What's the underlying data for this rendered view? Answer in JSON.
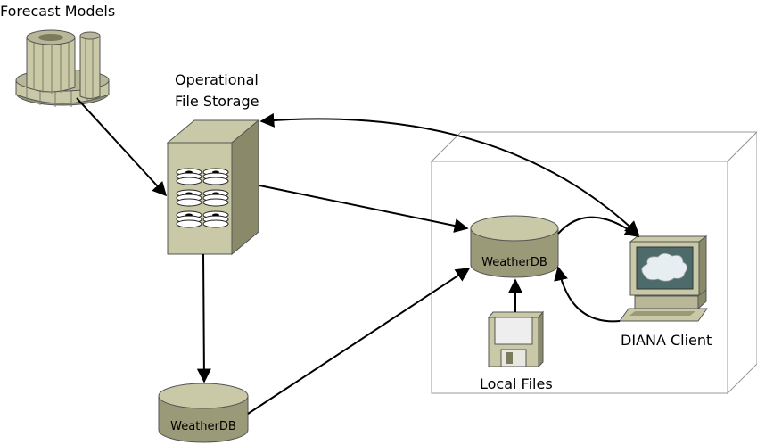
{
  "labels": {
    "forecast_models": "Forecast Models",
    "operational_storage_line1": "Operational",
    "operational_storage_line2": "File Storage",
    "weatherdb_local": "WeatherDB",
    "weatherdb_remote": "WeatherDB",
    "local_files": "Local Files",
    "diana_client": "DIANA Client"
  },
  "colors": {
    "equipment_fill": "#c9c9a8",
    "equipment_shade": "#9a9a78",
    "equipment_dark": "#7a7a5c",
    "monitor_screen": "#4d6b6b",
    "cloud": "#e6eef2"
  }
}
